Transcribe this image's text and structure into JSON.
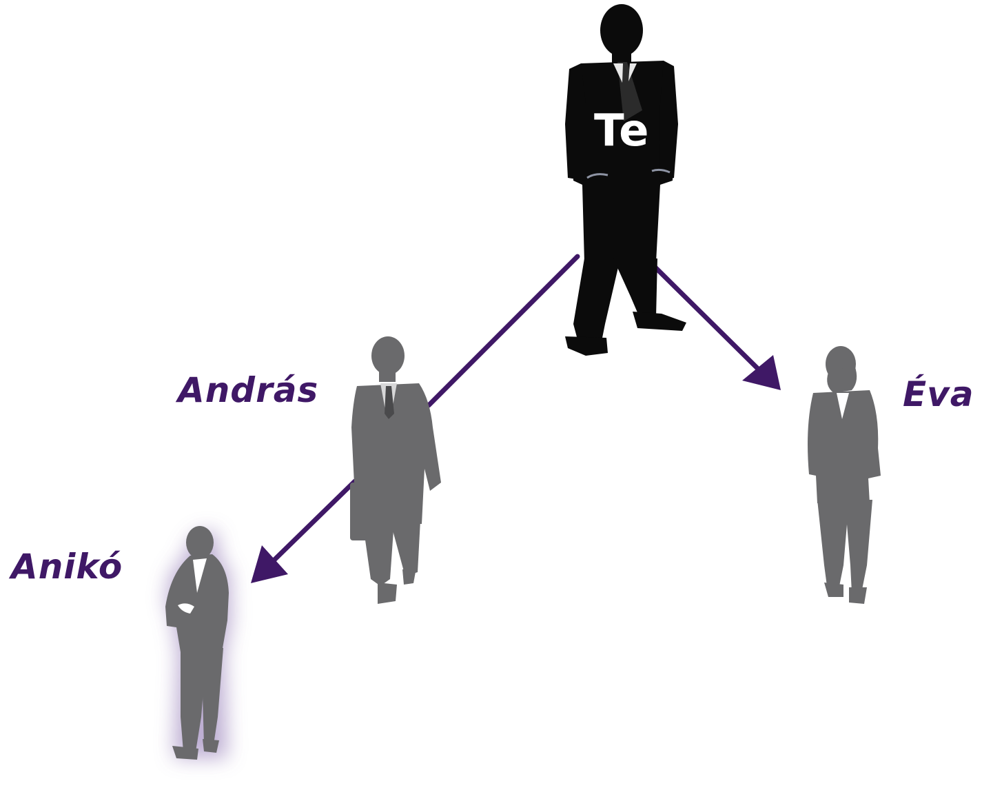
{
  "colors": {
    "background": "#ffffff",
    "accent": "#3f1866",
    "manager_silhouette": "#0b0b0b",
    "team_silhouette": "#6a6a6c",
    "highlight_glow": "#b3a2cc",
    "label_on_dark": "#ffffff"
  },
  "people": {
    "te": {
      "label": "Te",
      "role": "self"
    },
    "andras": {
      "label": "András",
      "role": "contact"
    },
    "eva": {
      "label": "Éva",
      "role": "contact"
    },
    "aniko": {
      "label": "Anikó",
      "role": "highlighted"
    }
  },
  "links": [
    {
      "from": "Te",
      "to": "András"
    },
    {
      "from": "Te",
      "to": "Éva"
    },
    {
      "from": "András",
      "to": "Anikó"
    }
  ]
}
